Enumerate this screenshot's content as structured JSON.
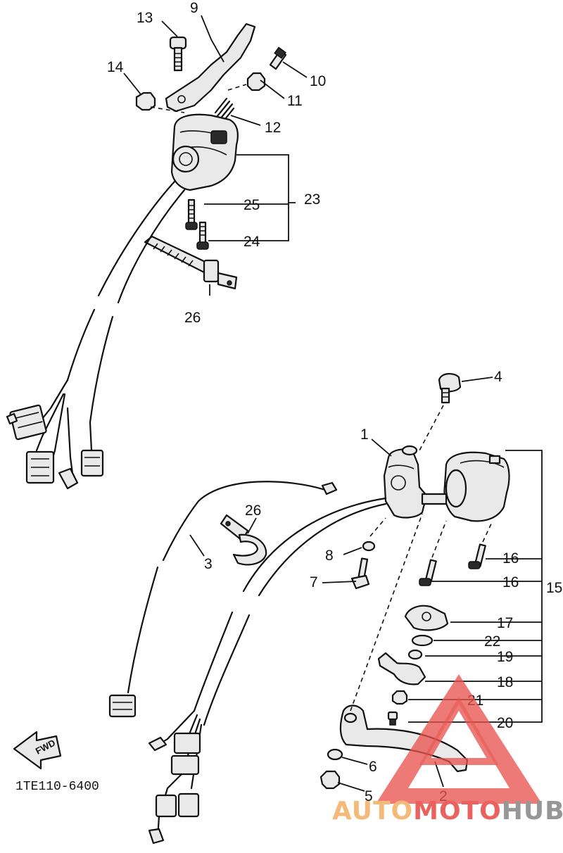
{
  "diagram": {
    "catalog_code": "1TE110-6400",
    "fwd_arrow_text": "FWD",
    "callouts": [
      {
        "id": "c1",
        "text": "1"
      },
      {
        "id": "c2",
        "text": "2"
      },
      {
        "id": "c3",
        "text": "3"
      },
      {
        "id": "c4",
        "text": "4"
      },
      {
        "id": "c5",
        "text": "5"
      },
      {
        "id": "c6",
        "text": "6"
      },
      {
        "id": "c7",
        "text": "7"
      },
      {
        "id": "c8",
        "text": "8"
      },
      {
        "id": "c9",
        "text": "9"
      },
      {
        "id": "c10",
        "text": "10"
      },
      {
        "id": "c11",
        "text": "11"
      },
      {
        "id": "c12",
        "text": "12"
      },
      {
        "id": "c13",
        "text": "13"
      },
      {
        "id": "c14",
        "text": "14"
      },
      {
        "id": "c15",
        "text": "15"
      },
      {
        "id": "c16a",
        "text": "16"
      },
      {
        "id": "c16b",
        "text": "16"
      },
      {
        "id": "c17",
        "text": "17"
      },
      {
        "id": "c18",
        "text": "18"
      },
      {
        "id": "c19",
        "text": "19"
      },
      {
        "id": "c20",
        "text": "20"
      },
      {
        "id": "c21",
        "text": "21"
      },
      {
        "id": "c22",
        "text": "22"
      },
      {
        "id": "c23",
        "text": "23"
      },
      {
        "id": "c24",
        "text": "24"
      },
      {
        "id": "c25",
        "text": "25"
      },
      {
        "id": "c26a",
        "text": "26"
      },
      {
        "id": "c26b",
        "text": "26"
      }
    ]
  },
  "watermark": {
    "part1": "AUTO",
    "part2": "MOTO",
    "part3": "HUB",
    "color_orange": "#f2b36b",
    "color_red": "#e8524c",
    "color_gray": "#8c8c8c"
  }
}
